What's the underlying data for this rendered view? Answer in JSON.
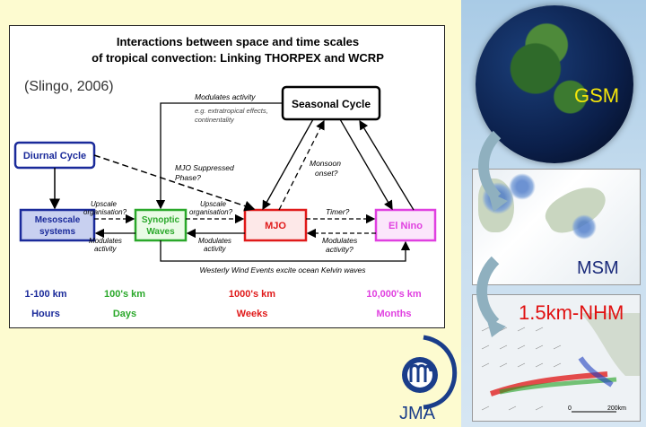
{
  "diagram": {
    "title_line1": "Interactions between space and time scales",
    "title_line2": "of tropical convection: Linking THORPEX and WCRP",
    "citation": "(Slingo, 2006)",
    "nodes": {
      "seasonal": "Seasonal Cycle",
      "diurnal": "Diurnal Cycle",
      "mesoscale_line1": "Mesoscale",
      "mesoscale_line2": "systems",
      "synoptic_line1": "Synoptic",
      "synoptic_line2": "Waves",
      "mjo": "MJO",
      "elnino": "El Nino"
    },
    "edge_labels": {
      "modulates_activity_top": "Modulates activity",
      "extratropical_line1": "e.g. extratropical effects,",
      "extratropical_line2": "continentality",
      "mjo_suppressed_line1": "MJO Suppressed",
      "mjo_suppressed_line2": "Phase?",
      "monsoon_line1": "Monsoon",
      "monsoon_line2": "onset?",
      "upscale1_line1": "Upscale",
      "upscale1_line2": "organisation?",
      "modulates1_line1": "Modulates",
      "modulates1_line2": "activity",
      "upscale2_line1": "Upscale",
      "upscale2_line2": "organisation?",
      "modulates2_line1": "Modulates",
      "modulates2_line2": "activity",
      "timer": "Timer?",
      "modulates3_line1": "Modulates",
      "modulates3_line2": "activity?",
      "westerly": "Westerly Wind Events excite ocean Kelvin waves"
    },
    "scales": [
      {
        "space": "1-100 km",
        "time": "Hours",
        "color": "#1a2a9a"
      },
      {
        "space": "100's km",
        "time": "Days",
        "color": "#2aa82a"
      },
      {
        "space": "1000's km",
        "time": "Weeks",
        "color": "#e01a1a"
      },
      {
        "space": "10,000's km",
        "time": "Months",
        "color": "#e040e0"
      }
    ]
  },
  "models": {
    "gsm": "GSM",
    "msm": "MSM",
    "nhm": "1.5km-NHM",
    "nhm_scale_zero": "0",
    "nhm_scale_km": "200km"
  },
  "logo": {
    "text": "JMA"
  },
  "colors": {
    "background": "#fdfbd0",
    "diurnal": "#1a2a9a",
    "mesoscale_fill": "#c8d0f0",
    "synoptic": "#2aa82a",
    "mjo": "#e01a1a",
    "elnino": "#e040e0"
  }
}
